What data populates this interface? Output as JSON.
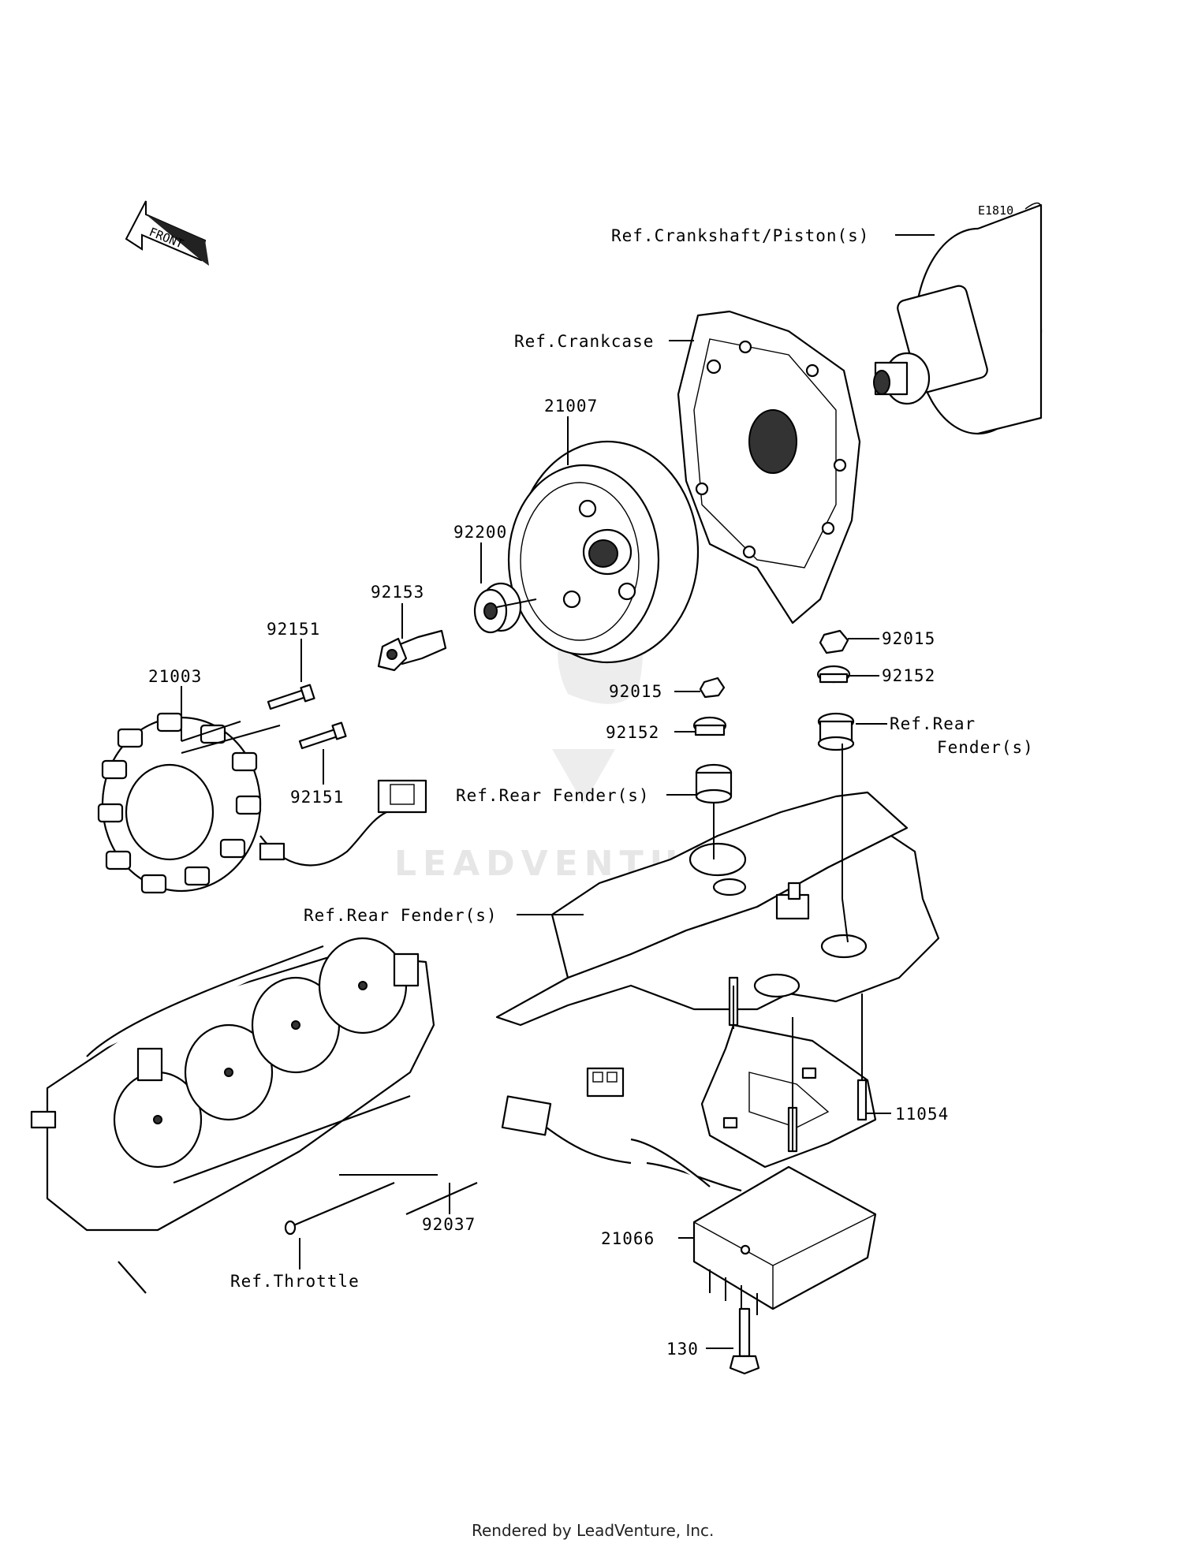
{
  "diagram": {
    "code": "E1810",
    "front_label": "FRONT",
    "watermark": "LEADVENTURE",
    "footer": "Rendered by LeadVenture, Inc."
  },
  "callouts": {
    "ref_crankshaft": "Ref.Crankshaft/Piston(s)",
    "ref_crankcase": "Ref.Crankcase",
    "p21007": "21007",
    "p92200": "92200",
    "p92153": "92153",
    "p92151_top": "92151",
    "p21003": "21003",
    "p92151_bottom": "92151",
    "p92015_right": "92015",
    "p92152_right": "92152",
    "p92015_left": "92015",
    "ref_rear_fender_right_1": "Ref.Rear",
    "ref_rear_fender_right_2": "Fender(s)",
    "p92152_left": "92152",
    "ref_rear_fender_mid": "Ref.Rear Fender(s)",
    "ref_rear_fender_left": "Ref.Rear Fender(s)",
    "p11054": "11054",
    "p92037": "92037",
    "p21066": "21066",
    "ref_throttle": "Ref.Throttle",
    "p130": "130"
  }
}
